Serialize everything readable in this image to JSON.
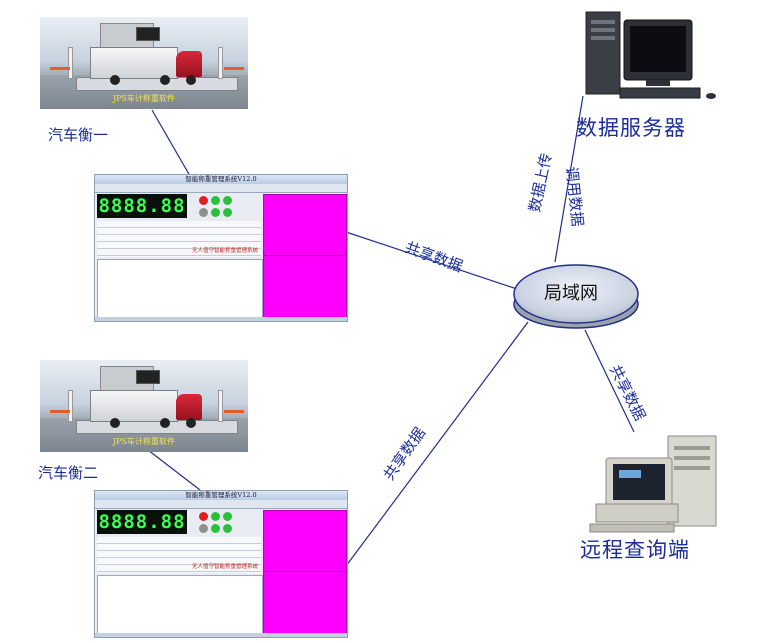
{
  "nodes": {
    "scale_one": {
      "label": "汽车衡一"
    },
    "scale_two": {
      "label": "汽车衡二"
    },
    "server": {
      "label": "数据服务器"
    },
    "lan": {
      "label": "局域网"
    },
    "remote": {
      "label": "远程查询端"
    }
  },
  "connections": {
    "upload": "数据上传",
    "call": "调用数据",
    "share_top": "共享数据",
    "share_bottom": "共享数据",
    "share_remote": "共享数据"
  },
  "software": {
    "title": "智能称重管理系统V12.0",
    "weight_display": "8888.88",
    "brand_text": "无人值守智能称重管理系统"
  },
  "scene": {
    "caption": "JPS车计称重软件"
  },
  "colors": {
    "label_text": "#1a2d9a",
    "connector": "#1f2f8c",
    "lcd_text": "#39ff51",
    "panel_magenta": "#ff00ff"
  }
}
